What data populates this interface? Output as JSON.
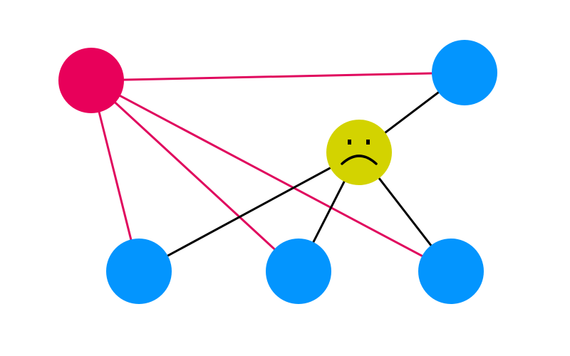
{
  "colors": {
    "background": "#ffffff",
    "hub_node": "#e8005a",
    "leaf_node": "#0395fe",
    "sad_node": "#d3d300",
    "hub_edge": "#e0095e",
    "sad_edge": "#000000",
    "face": "#000000"
  },
  "nodes": [
    {
      "id": "hub",
      "role": "hub",
      "color_key": "hub_node"
    },
    {
      "id": "top-right",
      "role": "leaf",
      "color_key": "leaf_node"
    },
    {
      "id": "sad",
      "role": "sad-face",
      "color_key": "sad_node",
      "icon": "sad-face-icon"
    },
    {
      "id": "bottom-left",
      "role": "leaf",
      "color_key": "leaf_node"
    },
    {
      "id": "bottom-middle",
      "role": "leaf",
      "color_key": "leaf_node"
    },
    {
      "id": "bottom-right",
      "role": "leaf",
      "color_key": "leaf_node"
    }
  ],
  "edges": [
    {
      "from": "hub",
      "to": "top-right",
      "color_key": "hub_edge"
    },
    {
      "from": "hub",
      "to": "bottom-left",
      "color_key": "hub_edge"
    },
    {
      "from": "hub",
      "to": "bottom-middle",
      "color_key": "hub_edge"
    },
    {
      "from": "hub",
      "to": "bottom-right",
      "color_key": "hub_edge"
    },
    {
      "from": "sad",
      "to": "top-right",
      "color_key": "sad_edge"
    },
    {
      "from": "sad",
      "to": "bottom-left",
      "color_key": "sad_edge"
    },
    {
      "from": "sad",
      "to": "bottom-middle",
      "color_key": "sad_edge"
    },
    {
      "from": "sad",
      "to": "bottom-right",
      "color_key": "sad_edge"
    }
  ]
}
